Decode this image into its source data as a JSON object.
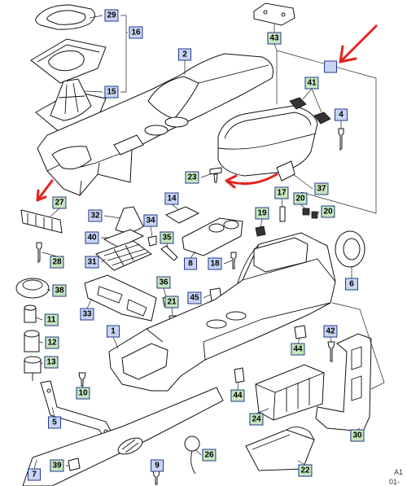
{
  "diagram": {
    "callouts": [
      {
        "label": "29",
        "style": "blue"
      },
      {
        "label": "16",
        "style": "blue"
      },
      {
        "label": "2",
        "style": "blue"
      },
      {
        "label": "15",
        "style": "blue"
      },
      {
        "label": "43",
        "style": "green"
      },
      {
        "label": "",
        "style": "blue"
      },
      {
        "label": "41",
        "style": "green"
      },
      {
        "label": "4",
        "style": "blue"
      },
      {
        "label": "23",
        "style": "green"
      },
      {
        "label": "37",
        "style": "green"
      },
      {
        "label": "27",
        "style": "green"
      },
      {
        "label": "14",
        "style": "blue"
      },
      {
        "label": "17",
        "style": "green"
      },
      {
        "label": "20",
        "style": "green"
      },
      {
        "label": "32",
        "style": "blue"
      },
      {
        "label": "34",
        "style": "blue"
      },
      {
        "label": "19",
        "style": "green"
      },
      {
        "label": "20",
        "style": "green"
      },
      {
        "label": "40",
        "style": "blue"
      },
      {
        "label": "35",
        "style": "green"
      },
      {
        "label": "31",
        "style": "blue"
      },
      {
        "label": "8",
        "style": "blue"
      },
      {
        "label": "18",
        "style": "blue"
      },
      {
        "label": "28",
        "style": "green"
      },
      {
        "label": "38",
        "style": "green"
      },
      {
        "label": "36",
        "style": "green"
      },
      {
        "label": "21",
        "style": "green"
      },
      {
        "label": "45",
        "style": "blue"
      },
      {
        "label": "33",
        "style": "blue"
      },
      {
        "label": "6",
        "style": "blue"
      },
      {
        "label": "11",
        "style": "green"
      },
      {
        "label": "1",
        "style": "blue"
      },
      {
        "label": "12",
        "style": "green"
      },
      {
        "label": "42",
        "style": "blue"
      },
      {
        "label": "13",
        "style": "green"
      },
      {
        "label": "44",
        "style": "green"
      },
      {
        "label": "10",
        "style": "green"
      },
      {
        "label": "44",
        "style": "green"
      },
      {
        "label": "5",
        "style": "blue"
      },
      {
        "label": "24",
        "style": "green"
      },
      {
        "label": "30",
        "style": "green"
      },
      {
        "label": "26",
        "style": "green"
      },
      {
        "label": "9",
        "style": "blue"
      },
      {
        "label": "39",
        "style": "green"
      },
      {
        "label": "7",
        "style": "blue"
      },
      {
        "label": "22",
        "style": "green"
      }
    ],
    "footer": {
      "code": "A1",
      "date": "01-"
    }
  },
  "colors": {
    "callout_blue": "#c7d5f3",
    "callout_green": "#c6e6bd",
    "callout_border": "#233a8f",
    "arrow_red": "#e3231e"
  }
}
